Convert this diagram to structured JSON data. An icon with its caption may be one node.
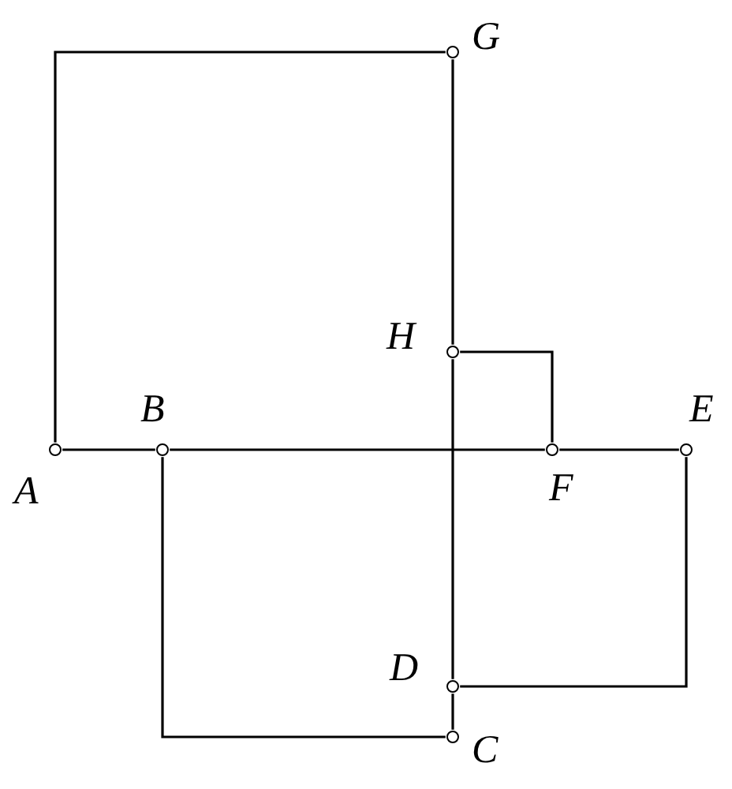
{
  "diagram": {
    "nodes": [
      {
        "text": [],
        "shape": "circle",
        "beside": [
          "A"
        ]
      },
      {
        "text": [],
        "shape": "circle",
        "beside": [
          "B"
        ]
      },
      {
        "text": [],
        "shape": "circle",
        "beside": [
          "C"
        ]
      },
      {
        "text": [],
        "shape": "circle",
        "beside": [
          "D"
        ]
      },
      {
        "text": [],
        "shape": "circle",
        "beside": [
          "E"
        ]
      },
      {
        "text": [],
        "shape": "circle",
        "beside": [
          "F"
        ]
      },
      {
        "text": [],
        "shape": "circle",
        "beside": [
          "G"
        ]
      },
      {
        "text": [],
        "shape": "circle",
        "beside": [
          "H"
        ]
      }
    ],
    "edges": [
      {
        "from": 0,
        "to": 1,
        "arrow": "none"
      },
      {
        "from": 1,
        "to": 5,
        "arrow": "none"
      },
      {
        "from": 5,
        "to": 4,
        "arrow": "none"
      },
      {
        "from": 0,
        "to": 6,
        "arrow": "none"
      },
      {
        "from": 6,
        "to": 7,
        "arrow": "none"
      },
      {
        "from": 7,
        "to": 3,
        "arrow": "none"
      },
      {
        "from": 3,
        "to": 2,
        "arrow": "none"
      },
      {
        "from": 1,
        "to": 2,
        "arrow": "none"
      },
      {
        "from": 7,
        "to": 5,
        "arrow": "none"
      },
      {
        "from": 3,
        "to": 4,
        "arrow": "none"
      }
    ]
  }
}
